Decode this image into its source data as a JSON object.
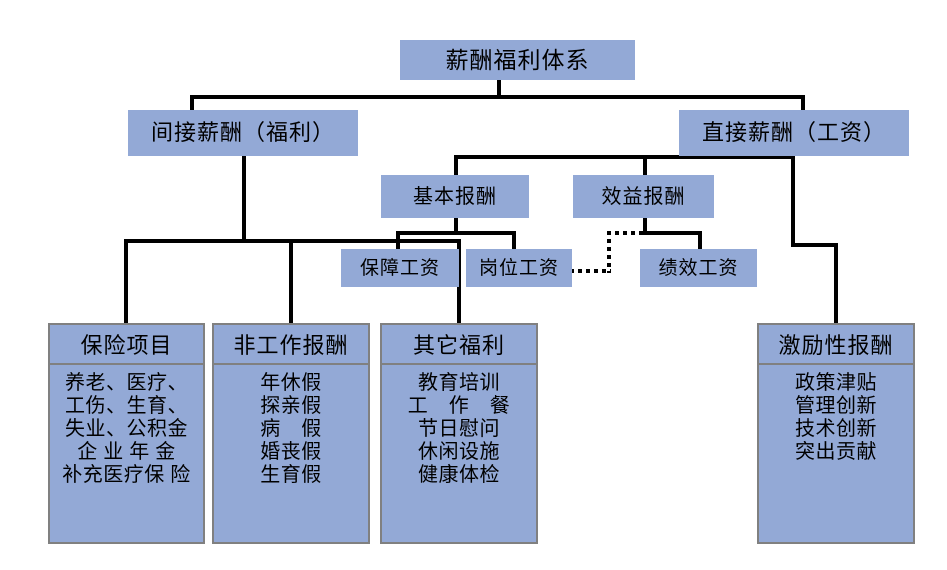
{
  "diagram": {
    "title": "薪酬福利体系",
    "nodes": {
      "root": "薪酬福利体系",
      "indirect": "间接薪酬（福利）",
      "direct": "直接薪酬（工资）",
      "basic_pay": "基本报酬",
      "benefit_pay": "效益报酬",
      "guarantee_wage": "保障工资",
      "post_wage": "岗位工资",
      "performance_wage": "绩效工资"
    },
    "cards": [
      {
        "header": "保险项目",
        "lines": [
          "养老、医疗、",
          "工伤、生育、",
          "失业、公积金",
          "企 业 年 金",
          "补充医疗保 险"
        ]
      },
      {
        "header": "非工作报酬",
        "lines": [
          "年休假",
          "探亲假",
          "病　假",
          "婚丧假",
          "生育假"
        ]
      },
      {
        "header": "其它福利",
        "lines": [
          "教育培训",
          "工　作　餐",
          "节日慰问",
          "休闲设施",
          "健康体检"
        ]
      },
      {
        "header": "激励性报酬",
        "lines": [
          "政策津贴",
          "管理创新",
          "技术创新",
          "突出贡献"
        ]
      }
    ],
    "colors": {
      "box_fill": "#93a9d6",
      "box_border": "#808080",
      "connector": "#000000",
      "background": "#ffffff",
      "text": "#000000"
    }
  }
}
